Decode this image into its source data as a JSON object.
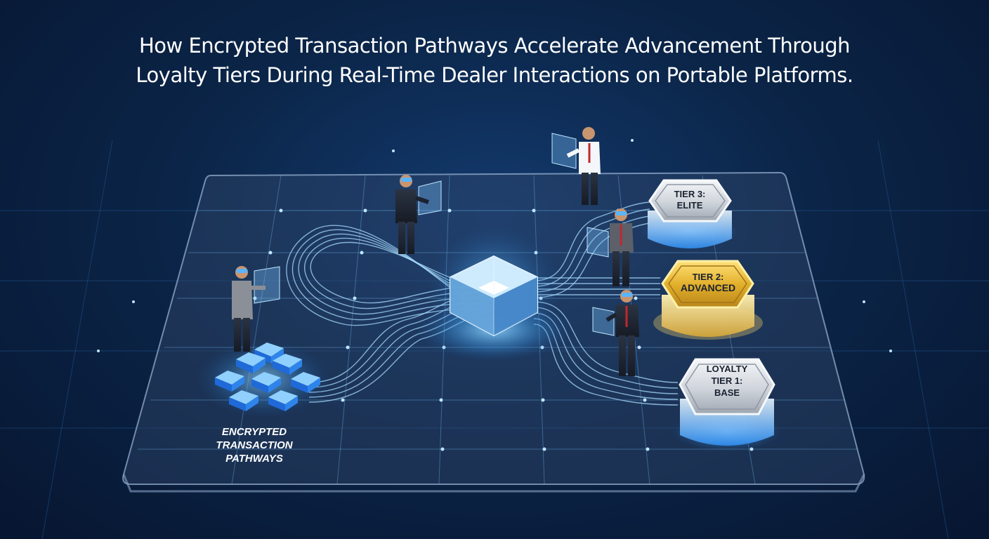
{
  "title": {
    "line1": "How Encrypted Transaction Pathways Accelerate Advancement Through",
    "line2": "Loyalty Tiers During Real-Time Dealer Interactions on Portable Platforms."
  },
  "pathways_label": [
    "ENCRYPTED",
    "TRANSACTION",
    "PATHWAYS"
  ],
  "tiers": {
    "elite": [
      "TIER 3:",
      "ELITE"
    ],
    "advanced": [
      "TIER 2:",
      "ADVANCED"
    ],
    "base": [
      "LOYALTY",
      "TIER 1:",
      "BASE"
    ]
  },
  "colors": {
    "background": "#0b2548",
    "accent_glow": "#4fb6ff",
    "gold": "#e8b92c",
    "silver": "#d9dde3"
  }
}
